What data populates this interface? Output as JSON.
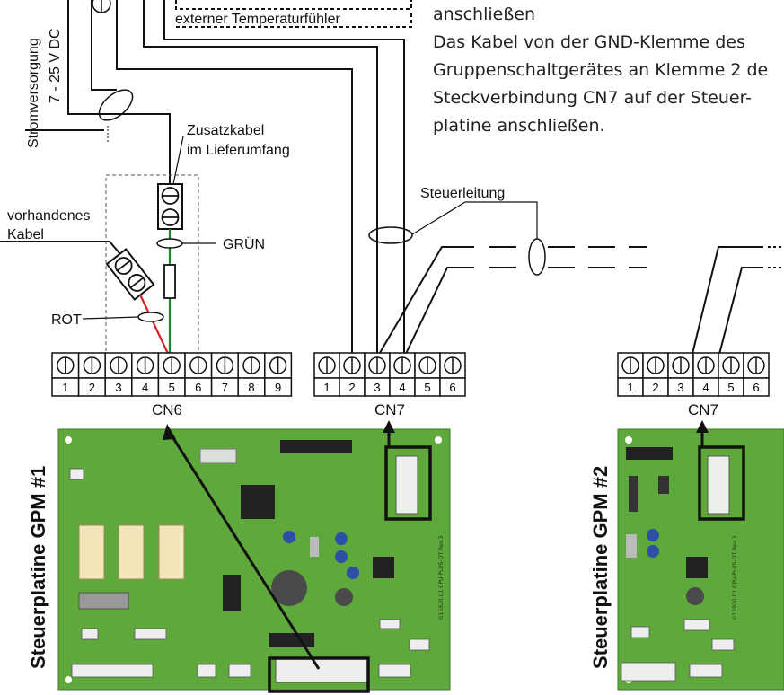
{
  "instructions": {
    "line1": "anschließen",
    "line2": "Das Kabel von der GND-Klemme des",
    "line3": "Gruppenschaltgerätes an Klemme 2 de",
    "line4": "Steckverbindung CN7 auf der Steuer-",
    "line5": "platine anschließen."
  },
  "labels": {
    "external_sensor": "externer Temperaturfühler",
    "power_supply_line1": "Stromversorgung",
    "power_supply_line2": "7 - 25 V DC",
    "extra_cable_line1": "Zusatzkabel",
    "extra_cable_line2": "im Lieferumfang",
    "existing_cable_line1": "vorhandenes",
    "existing_cable_line2": "Kabel",
    "green": "GRÜN",
    "red": "ROT",
    "control_line": "Steuerleitung"
  },
  "connectors": {
    "cn6": {
      "name": "CN6",
      "pins": [
        "1",
        "2",
        "3",
        "4",
        "5",
        "6",
        "7",
        "8",
        "9"
      ]
    },
    "cn7_a": {
      "name": "CN7",
      "pins": [
        "1",
        "2",
        "3",
        "4",
        "5",
        "6"
      ]
    },
    "cn7_b": {
      "name": "CN7",
      "pins": [
        "1",
        "2",
        "3",
        "4",
        "5",
        "6"
      ]
    }
  },
  "boards": {
    "board1": {
      "title": "Steuerplatine GPM #1",
      "silkscreen": "G15920.01 CPU-PLUS-OT Rev.3"
    },
    "board2": {
      "title": "Steuerplatine GPM #2",
      "silkscreen": "G15920.01 CPU-PLUS-OT Rev.3"
    }
  },
  "colors": {
    "wire": "#111111",
    "green_wire": "#1a8a2a",
    "red_wire": "#d81e1e",
    "pcb": "#5fa83c",
    "pcb_dark": "#4a8f2c",
    "relay": "#f2e6b8",
    "cap_blue": "#2d4fa6"
  }
}
